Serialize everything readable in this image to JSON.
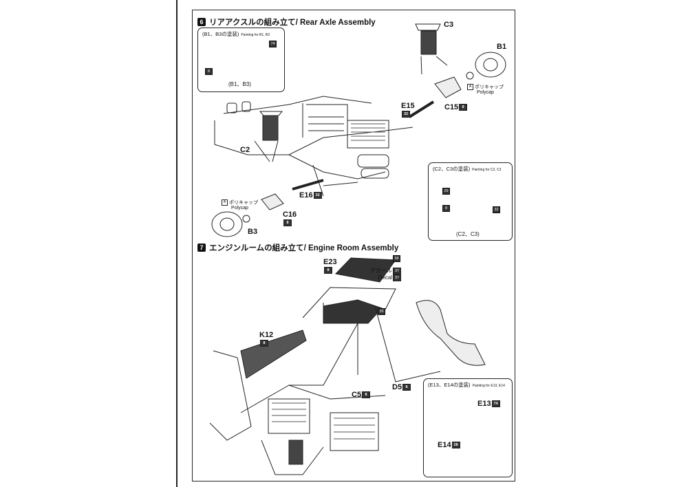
{
  "step6": {
    "number": "6",
    "title": "リアアクスルの組み立て/ Rear Axle Assembly",
    "paint_b1b3": {
      "title": "(B1、B3の塗装)",
      "subtitle": "Painting for B1, B3",
      "caption": "(B1、B3)",
      "tag_top": "74",
      "tag_left": "8"
    },
    "paint_c2c3": {
      "title": "(C2、C3の塗装)",
      "subtitle": "Painting for C2, C3",
      "caption": "(C2、C3)",
      "tag_top": "29",
      "tag_left": "8",
      "tag_right": "32"
    },
    "parts": {
      "c3": "C3",
      "b1": "B1",
      "e15": "E15",
      "e15_tag": "32",
      "c15": "C15",
      "c15_tag": "8",
      "c2": "C2",
      "e16": "E16",
      "e16_tag": "32",
      "c16": "C16",
      "c16_tag": "8",
      "b3": "B3"
    },
    "polycap_jp": "ポリキャップ",
    "polycap_en": "Polycap"
  },
  "step7": {
    "number": "7",
    "title": "エンジンルームの組み立て/ Engine Room Assembly",
    "parts": {
      "e23": "E23",
      "e23_tag": "8",
      "tag_58": "58",
      "decal_jp": "デカール",
      "decal_en": "Decal",
      "decal_num": "37",
      "tag_33": "33",
      "k12": "K12",
      "k12_tag": "8",
      "c5": "C5",
      "c5_tag": "8",
      "d5": "D5",
      "d5_tag": "8"
    },
    "paint_e13e14": {
      "title": "(E13、E14の塗装)",
      "subtitle": "Painting for E13, E14",
      "e13": "E13",
      "e13_tag": "74",
      "e14": "E14",
      "e14_tag": "28"
    }
  }
}
